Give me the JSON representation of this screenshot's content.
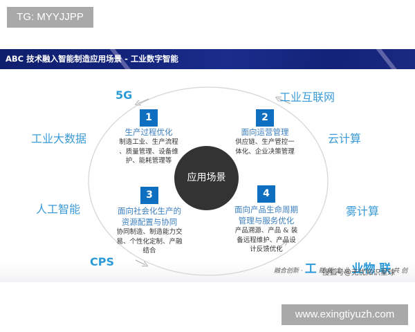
{
  "watermark_top": "TG: MYYJJPP",
  "watermark_bottom": "www.exingtiyuzh.com",
  "header": {
    "title": "ABC 技术融入智能制造应用场景 - 工业数字智能",
    "bg_color": "#13237a"
  },
  "center": {
    "label": "应用场景",
    "color": "#333333"
  },
  "technologies": {
    "t5g": "5G",
    "industrial_internet": "工业互联网",
    "big_data": "工业大数据",
    "cloud": "云计算",
    "ai": "人工智能",
    "fog": "雾计算",
    "cps": "CPS",
    "color": "#3a9bd5"
  },
  "items": [
    {
      "number": "1",
      "title": [
        "生产过程优化"
      ],
      "desc": [
        "制造工业、生产流程",
        "、质量管理、设备维",
        "护、能耗管理等"
      ]
    },
    {
      "number": "2",
      "title": [
        "面向运营管理"
      ],
      "desc": [
        "供应链、生产管控一",
        "体化、企业决策管理"
      ]
    },
    {
      "number": "3",
      "title": [
        "面向社会化生产的",
        "资源配置与协同"
      ],
      "desc": [
        "协同制造、制造能力交",
        "易、个性化定制、产融",
        "结合"
      ]
    },
    {
      "number": "4",
      "title": [
        "面向产品生命周期",
        "管理与服务优化"
      ],
      "desc": [
        "产品溯源、产品 & 装",
        "备远程维护、产品设",
        "计反馈优化"
      ]
    }
  ],
  "number_box_color": "#0e6fc0",
  "slogan": {
    "prefix": "融合创新 ·",
    "big1": "工",
    "mid": "赋 能 企 业",
    "big2": "业物 联",
    "suffix": "共 创"
  },
  "source": "搜狐号@无忧知识星球"
}
